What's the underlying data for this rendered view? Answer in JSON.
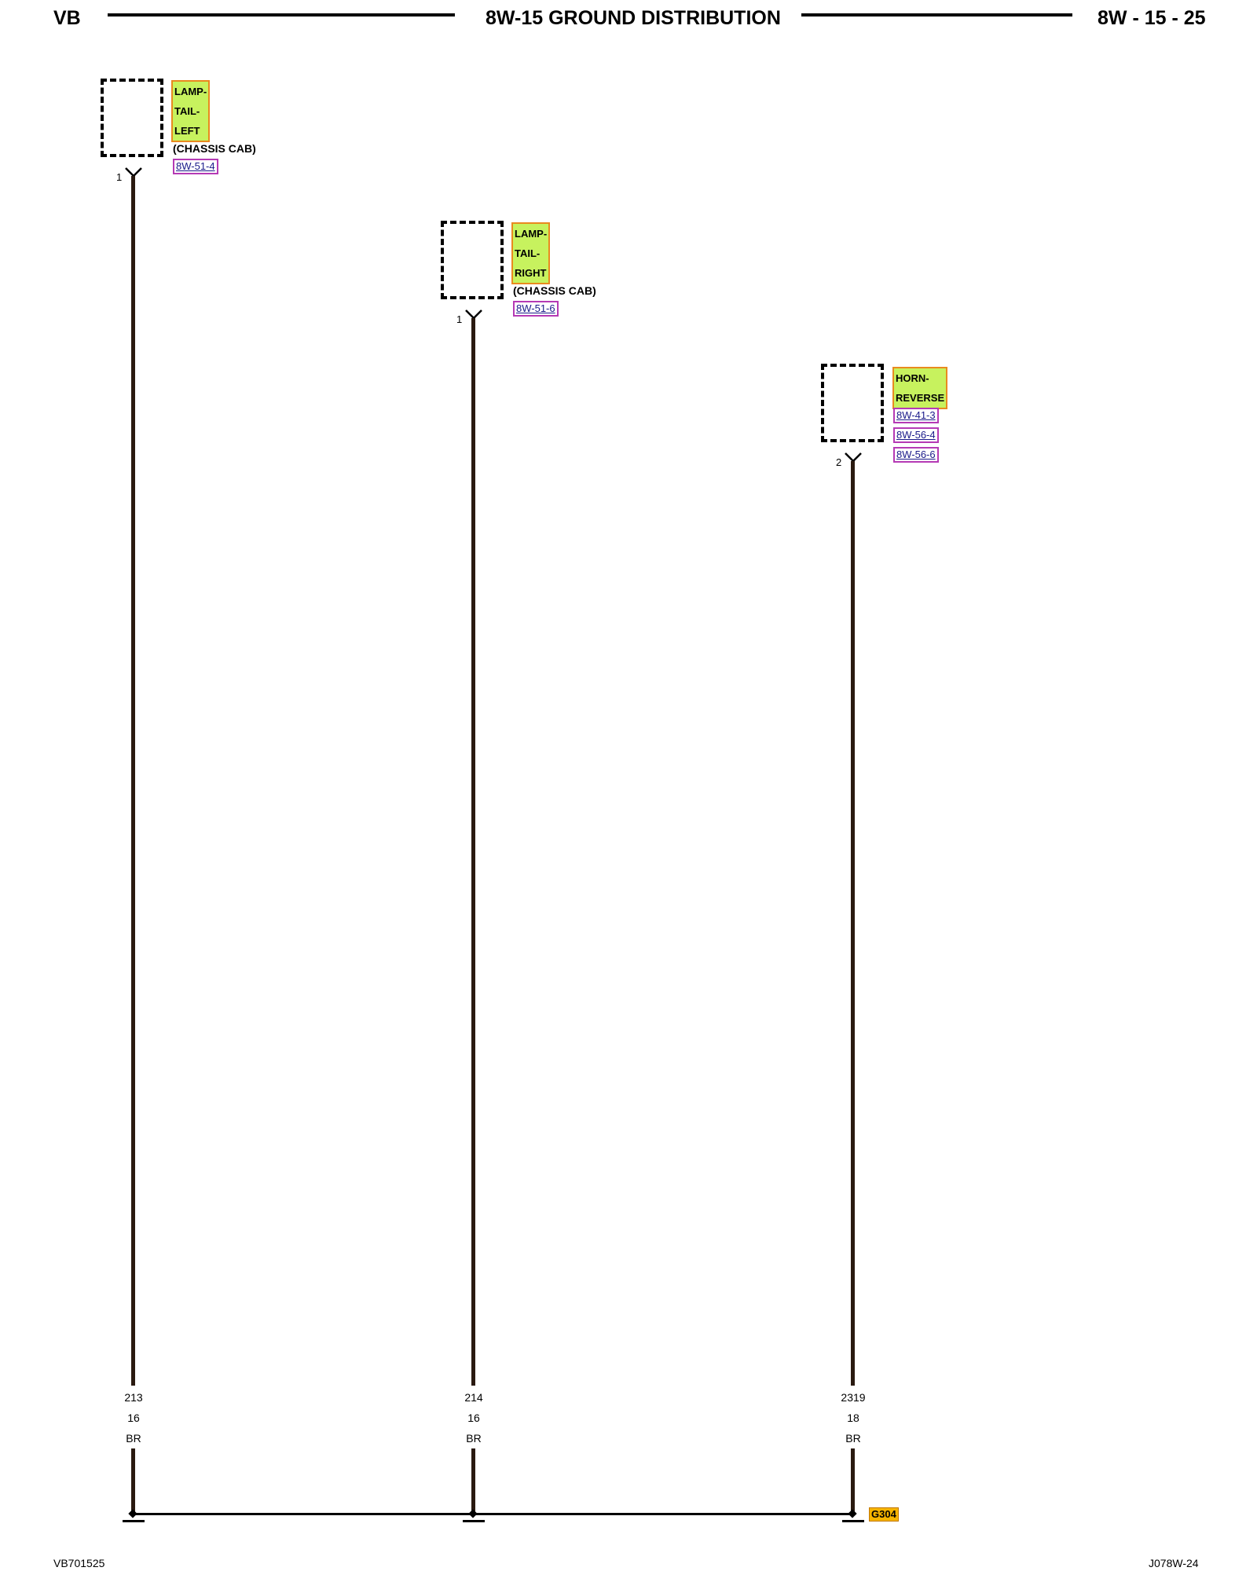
{
  "header": {
    "left": "VB",
    "title": "8W-15 GROUND DISTRIBUTION",
    "page": "8W - 15 - 25"
  },
  "components": [
    {
      "name_lines": [
        "LAMP-",
        "TAIL-",
        "LEFT"
      ],
      "note": "(CHASSIS CAB)",
      "refs": [
        "8W-51-4"
      ],
      "pin": "1",
      "wire": {
        "circuit": "213",
        "gauge": "16",
        "color": "BR"
      }
    },
    {
      "name_lines": [
        "LAMP-",
        "TAIL-",
        "RIGHT"
      ],
      "note": "(CHASSIS CAB)",
      "refs": [
        "8W-51-6"
      ],
      "pin": "1",
      "wire": {
        "circuit": "214",
        "gauge": "16",
        "color": "BR"
      }
    },
    {
      "name_lines": [
        "HORN-",
        "REVERSE"
      ],
      "note": "",
      "refs": [
        "8W-41-3",
        "8W-56-4",
        "8W-56-6"
      ],
      "pin": "2",
      "wire": {
        "circuit": "2319",
        "gauge": "18",
        "color": "BR"
      }
    }
  ],
  "ground": {
    "label": "G304"
  },
  "footer": {
    "left": "VB701525",
    "right": "J078W-24"
  },
  "colors": {
    "component_fill": "#c7f25e",
    "component_border": "#e98a1f",
    "ref_border": "#b53ab5",
    "ground_fill": "#f6b400"
  }
}
